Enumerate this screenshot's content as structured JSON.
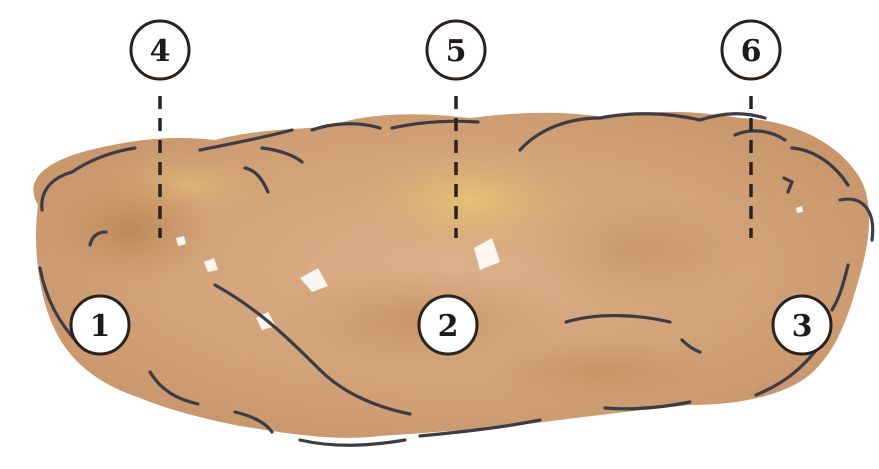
{
  "markers": [
    {
      "id": "1",
      "label": "1"
    },
    {
      "id": "2",
      "label": "2"
    },
    {
      "id": "3",
      "label": "3"
    },
    {
      "id": "4",
      "label": "4"
    },
    {
      "id": "5",
      "label": "5"
    },
    {
      "id": "6",
      "label": "6"
    }
  ],
  "colors": {
    "body_fill": "#d7a983",
    "body_dark": "#b98350",
    "highlight": "#e3bd6a",
    "ink": "#3b3c44",
    "marker_stroke": "#2b2220"
  }
}
